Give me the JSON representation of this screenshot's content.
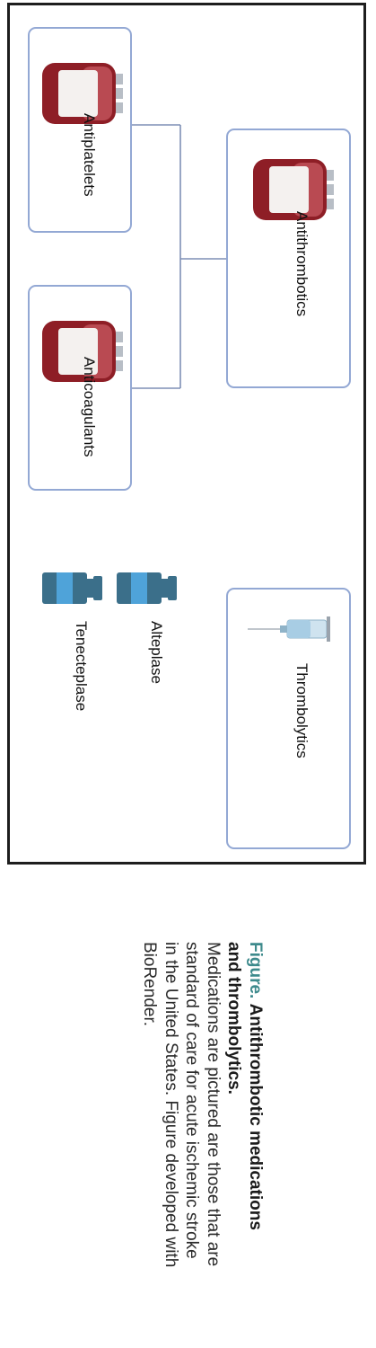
{
  "diagram": {
    "antiplatelets": "Antiplatelets",
    "anticoagulants": "Anticoagulants",
    "antithrombotics": "Antithrombotics",
    "alteplase": "Alteplase",
    "tenecteplase": "Tenecteplase",
    "thrombolytics": "Thrombolytics"
  },
  "caption": {
    "figure_label": "Figure.",
    "title_line1": "Antithrombotic medications",
    "title_line2": "and thrombolytics.",
    "body_line1": "Medications are pictured are those that are",
    "body_line2": "standard of care for acute ischemic stroke",
    "body_line3": "in the United States. Figure developed with",
    "body_line4": "BioRender."
  },
  "colors": {
    "box_border": "#93a8d4",
    "connector": "#7f8fb5",
    "blood_bag": "#8e1e26",
    "vial": "#3b6f8a",
    "figure_label": "#3d8a8c"
  }
}
